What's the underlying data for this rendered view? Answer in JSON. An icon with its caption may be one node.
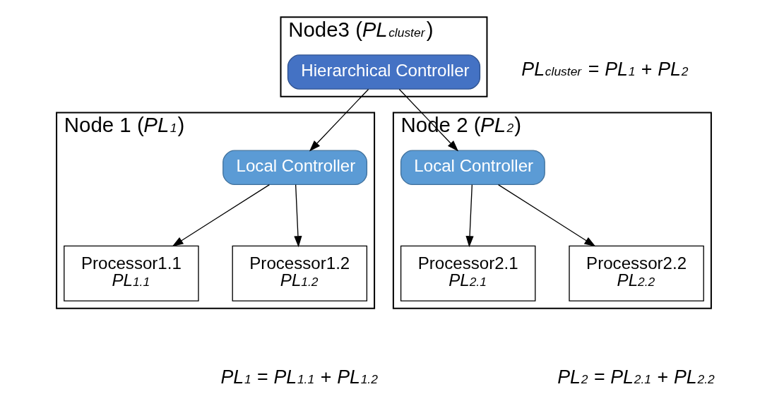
{
  "diagram": {
    "nodes": [
      {
        "text": [
          "Node3 (*PL*$_{cluster}$)"
        ],
        "beside": [
          "*PL*$_{cluster}$ = *PL*$_{1}$ + *PL*$_{2}$"
        ]
      },
      {
        "text": [
          "Hierarchical Controller"
        ],
        "in": 0
      },
      {
        "text": [
          "Node 1 (*PL*$_{1}$)"
        ],
        "beside": [
          "*PL*$_{1}$ = *PL*$_{1.1}$ + *PL*$_{1.2}$"
        ]
      },
      {
        "text": [
          "Local Controller"
        ],
        "in": 2
      },
      {
        "text": [
          "Processor1.1",
          "*PL*$_{1.1}$"
        ],
        "in": 2
      },
      {
        "text": [
          "Processor1.2",
          "*PL*$_{1.2}$"
        ],
        "in": 2
      },
      {
        "text": [
          "Node 2 (*PL*$_{2}$)"
        ],
        "beside": [
          "*PL*$_{2}$ = *PL*$_{2.1}$ + *PL*$_{2.2}$"
        ]
      },
      {
        "text": [
          "Local Controller"
        ],
        "in": 6
      },
      {
        "text": [
          "Processor2.1",
          "*PL*$_{2.1}$"
        ],
        "in": 6
      },
      {
        "text": [
          "Processor2.2",
          "*PL*$_{2.2}$"
        ],
        "in": 6
      }
    ],
    "edges": [
      {
        "from": 1,
        "to": 3,
        "arrow": "to"
      },
      {
        "from": 1,
        "to": 7,
        "arrow": "to"
      },
      {
        "from": 3,
        "to": 4,
        "arrow": "to"
      },
      {
        "from": 3,
        "to": 5,
        "arrow": "to"
      },
      {
        "from": 7,
        "to": 8,
        "arrow": "to"
      },
      {
        "from": 7,
        "to": 9,
        "arrow": "to"
      }
    ]
  }
}
